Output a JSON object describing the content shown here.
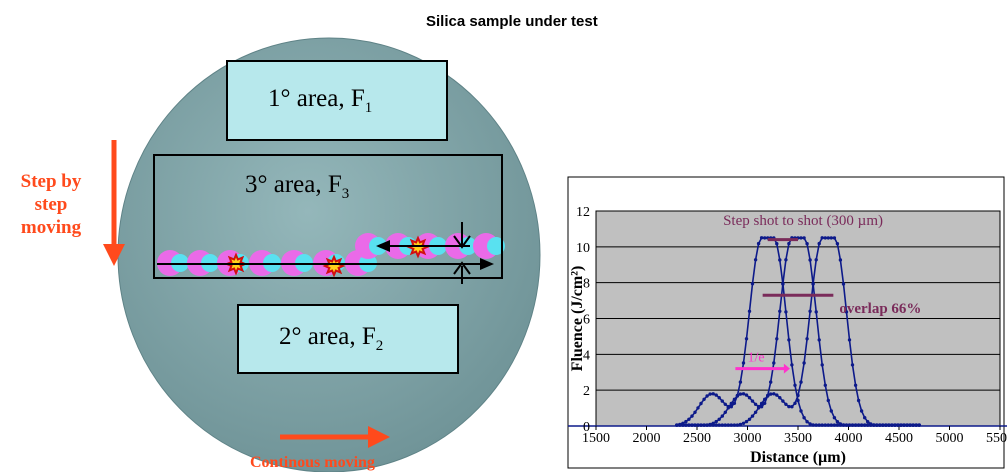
{
  "title": "Silica sample under test",
  "areas": {
    "first": {
      "prefix": "1",
      "degree": "°",
      "text": " area, F",
      "sub": "1"
    },
    "third": {
      "prefix": "3",
      "degree": "°",
      "text": " area, F",
      "sub": "3"
    },
    "second": {
      "prefix": "2",
      "degree": "°",
      "text": " area, F",
      "sub": "2"
    }
  },
  "step_label": [
    "Step by",
    "step",
    "moving"
  ],
  "continuous_label": "Continous moving",
  "colors": {
    "disk": "#7fa3a7",
    "box": "#b7e8ec",
    "arrow": "#ff4a1c",
    "spot": "#ea6ae8",
    "cyan_spot": "#59e1f0",
    "curve": "#0d1a8a",
    "annotation": "#7a2b5a",
    "magenta": "#ff33cc"
  },
  "chart_data": {
    "type": "line",
    "xlabel": "Distance (µm)",
    "ylabel": "Fluence (J/cm²)",
    "xlim": [
      1500,
      5500
    ],
    "ylim": [
      0,
      12
    ],
    "xticks": [
      "1500",
      "2000",
      "2500",
      "3000",
      "3500",
      "4000",
      "4500",
      "5000",
      "5500"
    ],
    "yticks": [
      "0",
      "2",
      "4",
      "6",
      "8",
      "10",
      "12"
    ],
    "grid": true,
    "annotations": {
      "step": "Step shot to shot (300 µm)",
      "overlap": "overlap 66%",
      "one_over_e": "1/e"
    },
    "series": [
      {
        "peak_x": 3200,
        "peak_y": 10.5,
        "sidelobe_x": 2650,
        "sidelobe_y": 1.8
      },
      {
        "peak_x": 3500,
        "peak_y": 10.5,
        "sidelobe_x": 2950,
        "sidelobe_y": 1.8
      },
      {
        "peak_x": 3800,
        "peak_y": 10.5,
        "sidelobe_x": 3250,
        "sidelobe_y": 1.8
      }
    ]
  }
}
